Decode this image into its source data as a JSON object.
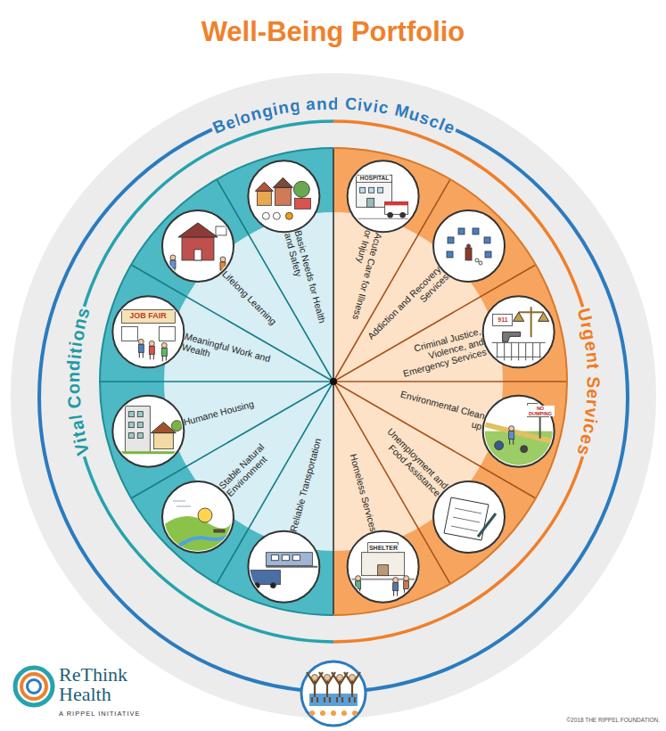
{
  "diagram": {
    "title": "Well-Being Portfolio",
    "nodes": [
      {
        "text": [
          "Belonging and Civic Muscle"
        ]
      },
      {
        "text": [
          "Vital Conditions"
        ],
        "in": 0
      },
      {
        "text": [
          "Basic Needs for Health and Safety"
        ],
        "in": 1
      },
      {
        "text": [
          "Lifelong Learning"
        ],
        "in": 1
      },
      {
        "text": [
          "Meaningful Work and Wealth"
        ],
        "in": 1
      },
      {
        "text": [
          "Humane Housing"
        ],
        "in": 1
      },
      {
        "text": [
          "Stable Natural Environment"
        ],
        "in": 1
      },
      {
        "text": [
          "Reliable Transportation"
        ],
        "in": 1
      },
      {
        "text": [
          "Urgent Services"
        ],
        "in": 0
      },
      {
        "text": [
          "Acute Care for Illness or Injury"
        ],
        "in": 8
      },
      {
        "text": [
          "Addiction and Recovery Services"
        ],
        "in": 8
      },
      {
        "text": [
          "Criminal Justice, Violence, and Emergency Services"
        ],
        "in": 8
      },
      {
        "text": [
          "Environmental Clean up"
        ],
        "in": 8
      },
      {
        "text": [
          "Unemployment and Food Assistance"
        ],
        "in": 8
      },
      {
        "text": [
          "Homeless Services"
        ],
        "in": 8
      }
    ],
    "labels": [
      "HOSPITAL",
      "911",
      "NO DUMPING",
      "SHELTER",
      "JOB FAIR",
      "ReThink Health",
      "A RIPPEL INITIATIVE",
      "©2018 THE RIPPEL FOUNDATION."
    ]
  }
}
